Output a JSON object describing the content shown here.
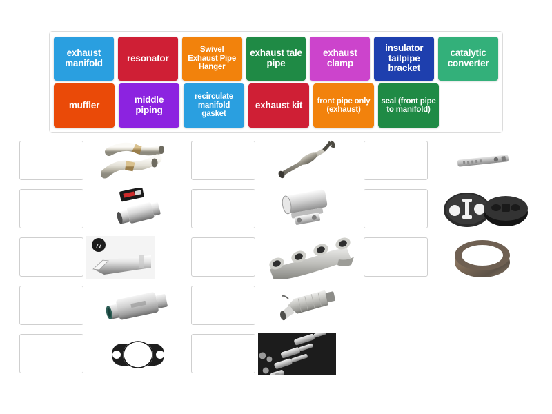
{
  "activity": {
    "type": "match-up",
    "dropzone_count": 13
  },
  "tiles": [
    {
      "label": "exhaust manifold",
      "color": "#2a9fe0"
    },
    {
      "label": "resonator",
      "color": "#cf1f35"
    },
    {
      "label": "Swivel Exhaust Pipe Hanger",
      "color": "#f2820c"
    },
    {
      "label": "exhaust tale pipe",
      "color": "#1f8a45"
    },
    {
      "label": "exhaust clamp",
      "color": "#cc44cc"
    },
    {
      "label": "insulator tailpipe bracket",
      "color": "#1e3fae"
    },
    {
      "label": "catalytic converter",
      "color": "#33b07a"
    },
    {
      "label": "muffler",
      "color": "#ea4a08"
    },
    {
      "label": "middle piping",
      "color": "#8c23e0"
    },
    {
      "label": "recirculate manifold gasket",
      "color": "#2a9fe0"
    },
    {
      "label": "exhaust kit",
      "color": "#cf1f35"
    },
    {
      "label": "front pipe only (exhaust)",
      "color": "#f2820c"
    },
    {
      "label": "seal (front pipe to manifold)",
      "color": "#1f8a45"
    }
  ],
  "images": [
    {
      "name": "twin-downpipes"
    },
    {
      "name": "front-pipe-assembly"
    },
    {
      "name": "tailpipe-bracket"
    },
    {
      "name": "resonator-with-box"
    },
    {
      "name": "exhaust-clamp"
    },
    {
      "name": "rubber-hanger-insulators"
    },
    {
      "name": "exhaust-tail-tip"
    },
    {
      "name": "exhaust-manifold"
    },
    {
      "name": "exhaust-seal-ring"
    },
    {
      "name": "middle-piping-muffler"
    },
    {
      "name": "catalytic-converter"
    },
    {
      "name": "manifold-gasket"
    },
    {
      "name": "full-exhaust-kit"
    }
  ]
}
